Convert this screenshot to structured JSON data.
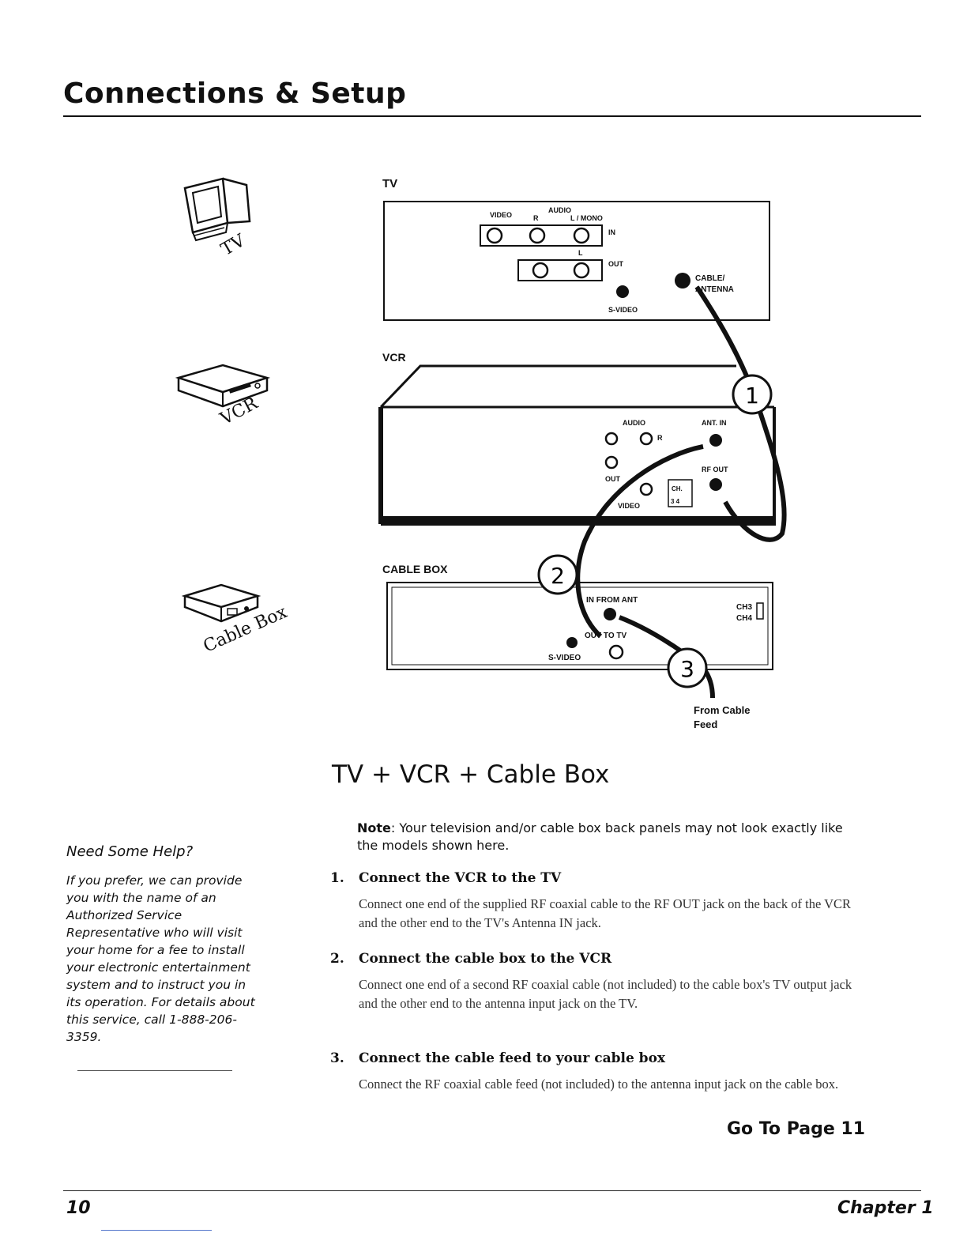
{
  "header": {
    "title": "Connections & Setup"
  },
  "icons": {
    "tv_label": "TV",
    "vcr_label": "VCR",
    "cable_box_label": "Cable Box"
  },
  "diagram": {
    "tv": {
      "label": "TV",
      "video": "VIDEO",
      "audio": "AUDIO",
      "r": "R",
      "l_mono": "L / MONO",
      "l": "L",
      "in": "IN",
      "out": "OUT",
      "s_video": "S-VIDEO",
      "cable_antenna_1": "CABLE/",
      "cable_antenna_2": "ANTENNA"
    },
    "vcr": {
      "label": "VCR",
      "audio": "AUDIO",
      "r": "R",
      "out": "OUT",
      "video": "VIDEO",
      "ant_in": "ANT. IN",
      "rf_out": "RF OUT",
      "ch": "CH.",
      "ch_nums": "3  4"
    },
    "cable_box": {
      "label": "CABLE BOX",
      "in_from_ant": "IN FROM ANT",
      "out_to_tv": "OUT TO TV",
      "s_video": "S-VIDEO",
      "ch3": "CH3",
      "ch4": "CH4"
    },
    "steps": [
      "1",
      "2",
      "3"
    ],
    "feed_1": "From Cable",
    "feed_2": "Feed"
  },
  "main": {
    "title": "TV + VCR + Cable Box",
    "note_label": "Note",
    "note_text": ": Your television and/or cable box back panels may not look exactly like the models shown here.",
    "steps": [
      {
        "num": "1.",
        "head": "Connect the VCR to the TV",
        "body": "Connect one end of the supplied RF coaxial cable to the RF OUT jack on the back of the VCR and the other end to the TV's Antenna IN jack."
      },
      {
        "num": "2.",
        "head": "Connect the cable box to the VCR",
        "body": "Connect one end of a second RF coaxial cable (not included) to the cable box's TV output jack and the other end to the antenna input jack on the TV."
      },
      {
        "num": "3.",
        "head": "Connect the cable feed to your cable box",
        "body": "Connect the RF coaxial cable feed (not included) to the antenna input jack on the cable box."
      }
    ],
    "go_to": "Go To Page 11"
  },
  "sidebar": {
    "title": "Need Some Help?",
    "body": "If you prefer, we can provide you with the name of an Authorized Service Representative who will visit your home for a fee to install your electronic entertainment system and to instruct you in its operation. For details about this service, call 1-888-206-3359."
  },
  "footer": {
    "page_number": "10",
    "chapter": "Chapter 1"
  }
}
